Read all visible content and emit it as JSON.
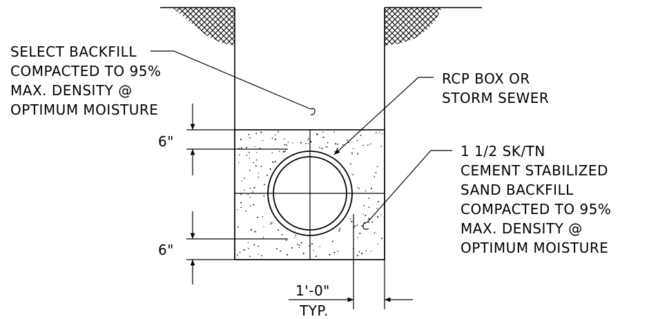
{
  "notes": {
    "select_backfill": [
      "SELECT BACKFILL",
      "COMPACTED TO 95%",
      "MAX. DENSITY @",
      "OPTIMUM MOISTURE"
    ],
    "pipe": [
      "RCP BOX OR",
      "STORM SEWER"
    ],
    "cement_backfill": [
      "1 1/2 SK/TN",
      "CEMENT STABILIZED",
      "SAND BACKFILL",
      "COMPACTED TO 95%",
      "MAX. DENSITY @",
      "OPTIMUM MOISTURE"
    ]
  },
  "dimensions": {
    "top_cover": "6\"",
    "bottom_bedding": "6\"",
    "side_clearance": "1'-0\"",
    "side_clearance_note": "TYP."
  }
}
